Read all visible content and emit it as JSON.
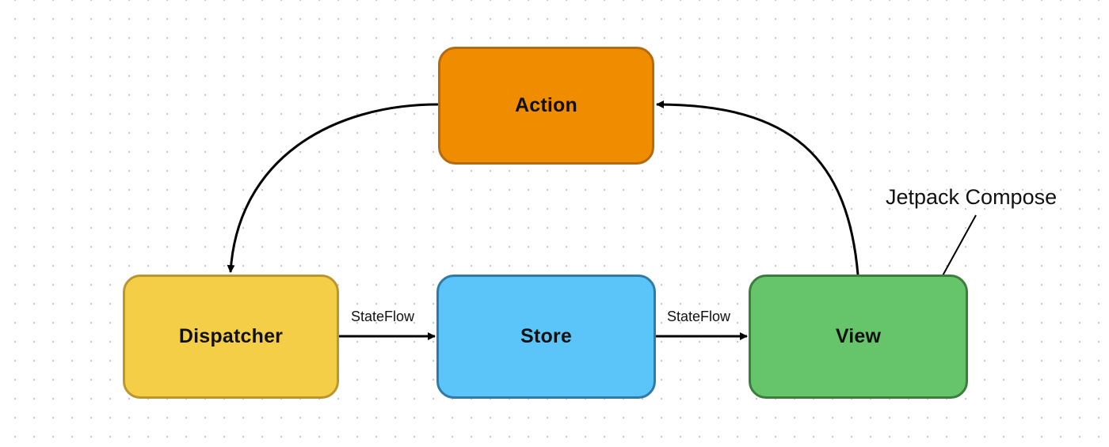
{
  "nodes": {
    "action": {
      "label": "Action",
      "fill": "#F08C00",
      "stroke": "#B46A0E"
    },
    "dispatcher": {
      "label": "Dispatcher",
      "fill": "#F5CE48",
      "stroke": "#B9972E"
    },
    "store": {
      "label": "Store",
      "fill": "#5BC4F8",
      "stroke": "#2F7BA6"
    },
    "view": {
      "label": "View",
      "fill": "#66C56B",
      "stroke": "#3C7D3E"
    }
  },
  "edges": [
    {
      "from": "action",
      "to": "dispatcher",
      "label": ""
    },
    {
      "from": "dispatcher",
      "to": "store",
      "label": "StateFlow"
    },
    {
      "from": "store",
      "to": "view",
      "label": "StateFlow"
    },
    {
      "from": "view",
      "to": "action",
      "label": ""
    }
  ],
  "annotation": {
    "text": "Jetpack Compose",
    "target": "view"
  },
  "colors": {
    "edge": "#000000",
    "grid_dot": "#C9C9C9",
    "background": "#FFFFFF"
  }
}
